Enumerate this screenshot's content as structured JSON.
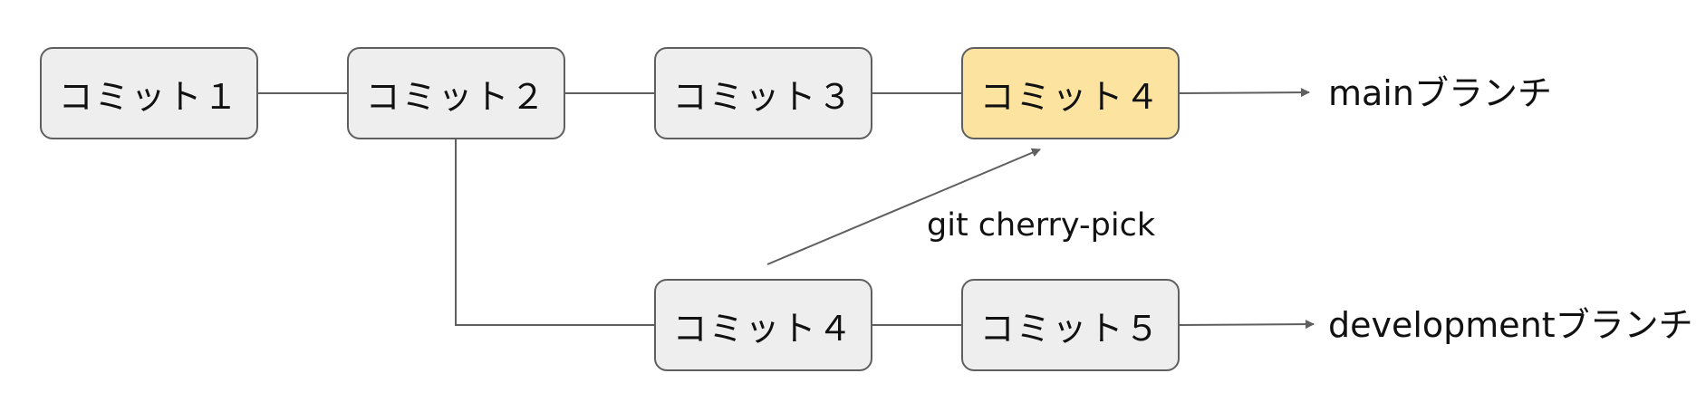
{
  "commits": {
    "c1": "コミット１",
    "c2": "コミット２",
    "c3": "コミット３",
    "c4_main": "コミット４",
    "c4_dev": "コミット４",
    "c5": "コミット５"
  },
  "branches": {
    "main": "mainブランチ",
    "development": "developmentブランチ"
  },
  "operation": "git cherry-pick",
  "colors": {
    "node_fill": "#eeeeee",
    "highlight_fill": "#fce4a0",
    "stroke": "#5f5f5f"
  }
}
